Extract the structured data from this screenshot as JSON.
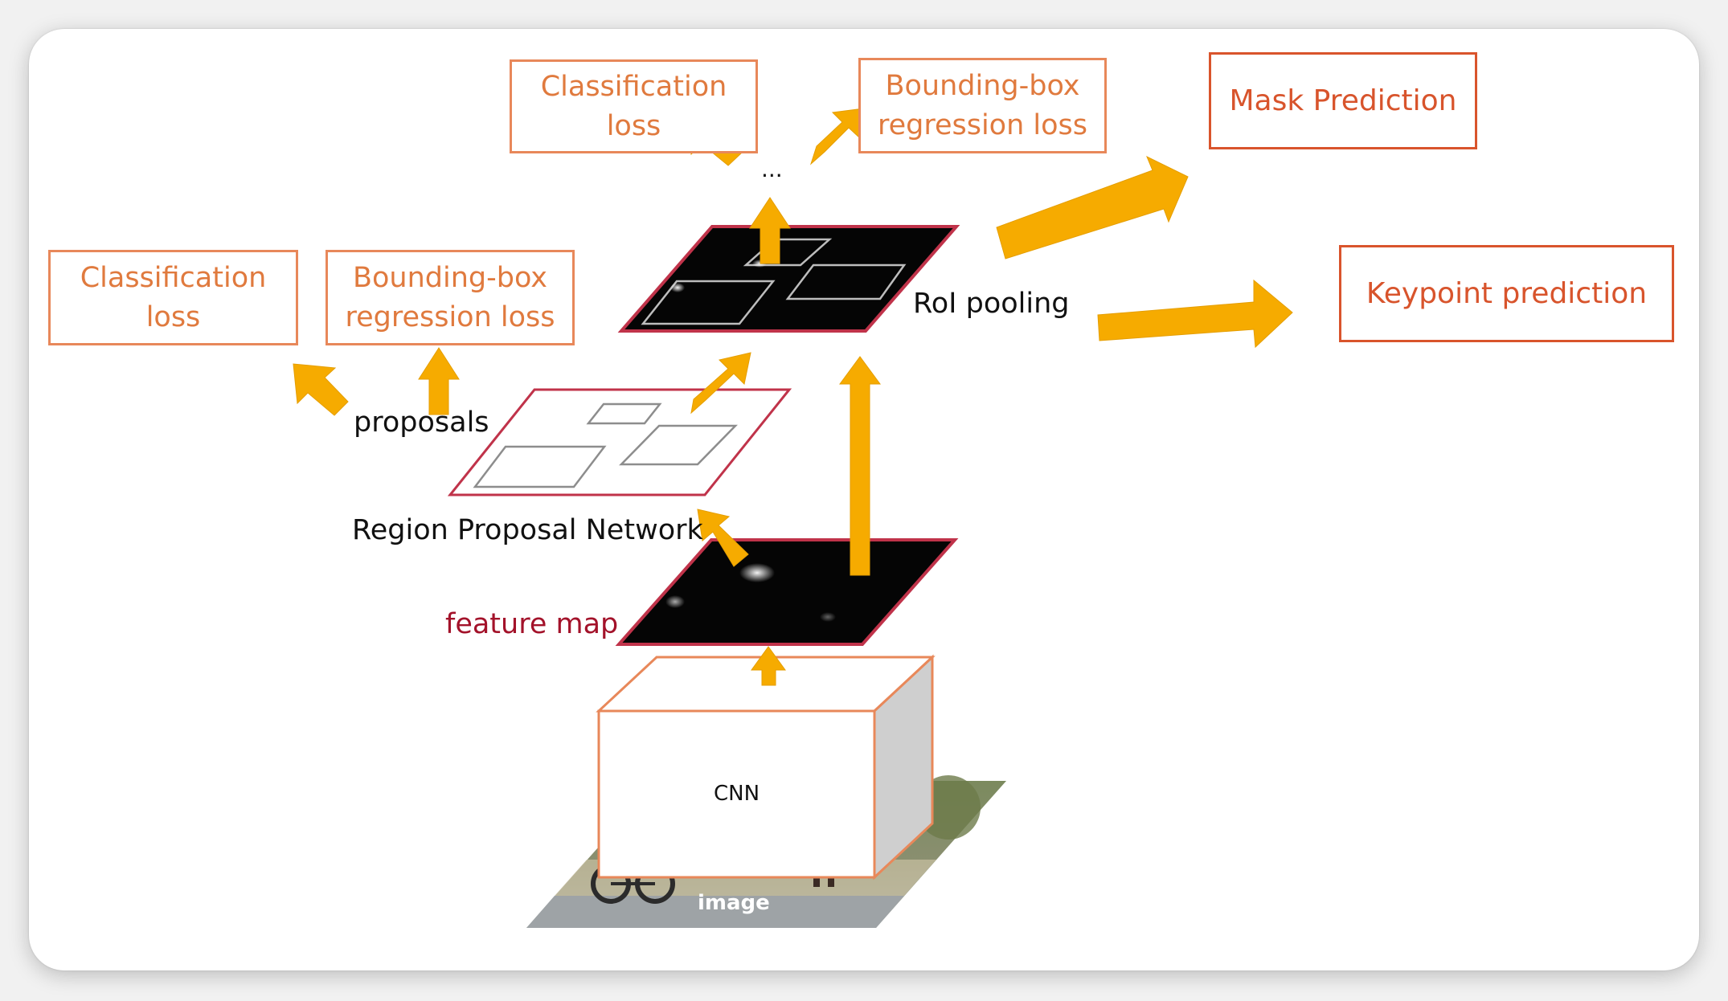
{
  "boxes": {
    "cls_loss_top": {
      "line1": "Classification",
      "line2": "loss"
    },
    "bbox_loss_top": {
      "line1": "Bounding-box",
      "line2": "regression loss"
    },
    "cls_loss_left": {
      "line1": "Classification",
      "line2": "loss"
    },
    "bbox_loss_left": {
      "line1": "Bounding-box",
      "line2": "regression loss"
    },
    "mask_prediction": "Mask Prediction",
    "keypoint_prediction": "Keypoint prediction"
  },
  "labels": {
    "ellipsis": "...",
    "roi_pooling": "RoI pooling",
    "proposals": "proposals",
    "rpn": "Region Proposal Network",
    "feature_map": "feature map",
    "cnn": "CNN",
    "image": "image"
  },
  "colors": {
    "arrow": "#f6ab00",
    "box_border": "#e8885a",
    "box_text": "#e07a3e",
    "head_box_text": "#d8542c",
    "map_border": "#c0334a",
    "feature_map_label": "#a3122a"
  }
}
